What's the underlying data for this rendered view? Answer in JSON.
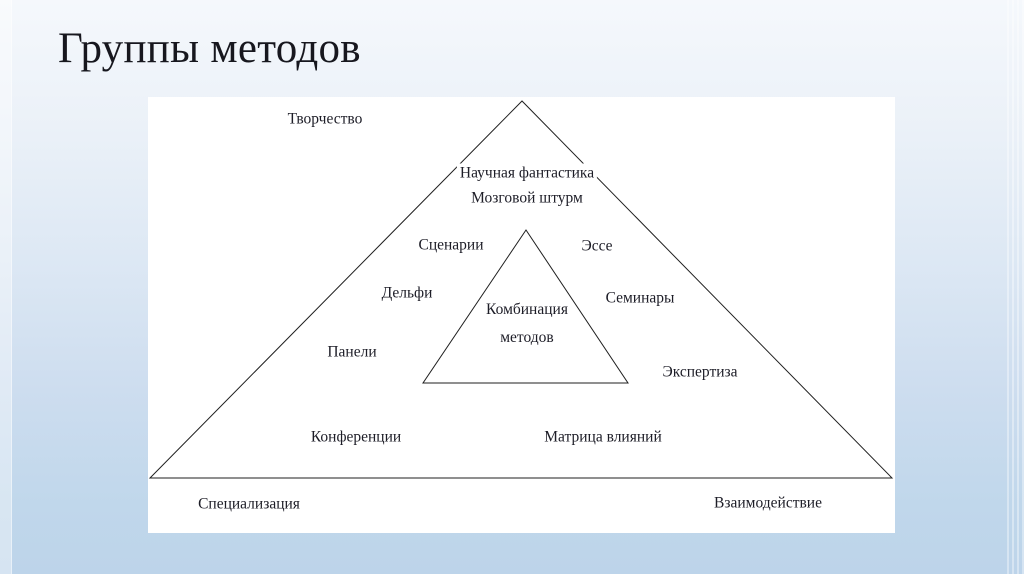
{
  "slide": {
    "title": "Группы методов"
  },
  "diagram": {
    "corners": {
      "top": "Творчество",
      "bottom_left": "Специализация",
      "bottom_right": "Взаимодействие"
    },
    "center": {
      "line1": "Комбинация",
      "line2": "методов"
    },
    "methods": {
      "science_fiction": "Научная фантастика",
      "brainstorm": "Мозговой штурм",
      "scenarios": "Сценарии",
      "essay": "Эссе",
      "delphi": "Дельфи",
      "seminars": "Семинары",
      "panels": "Панели",
      "expertise": "Экспертиза",
      "conferences": "Конференции",
      "influence_matrix": "Матрица влияний"
    },
    "colors": {
      "background_top": "#f5f8fc",
      "background_bottom": "#bdd4ea",
      "panel": "#ffffff",
      "ink": "#1d1d27",
      "line": "#1f1f1f"
    }
  }
}
